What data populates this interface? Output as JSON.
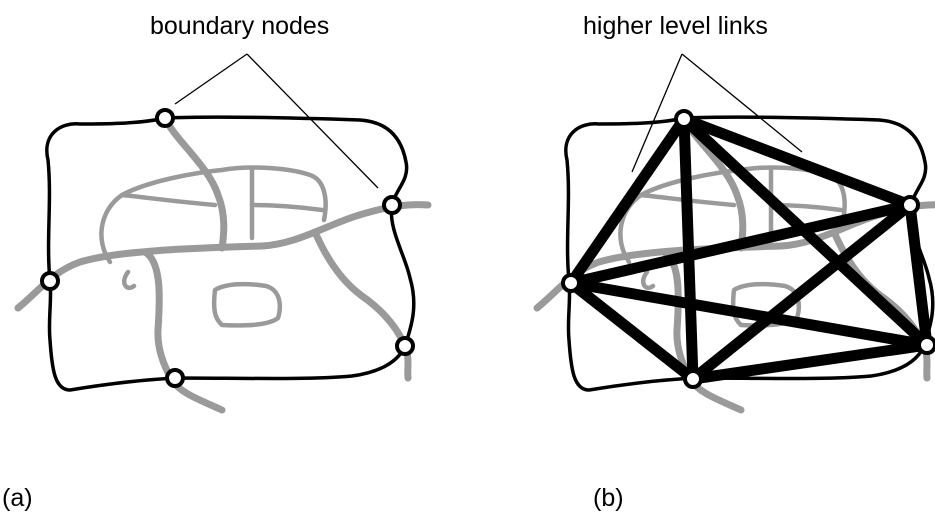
{
  "labels": {
    "boundary_nodes": "boundary nodes",
    "higher_level_links": "higher level links",
    "panel_a": "(a)",
    "panel_b": "(b)"
  },
  "colors": {
    "road": "#9a9a9a",
    "boundary": "#000000",
    "link": "#000000",
    "node_fill": "#ffffff"
  }
}
